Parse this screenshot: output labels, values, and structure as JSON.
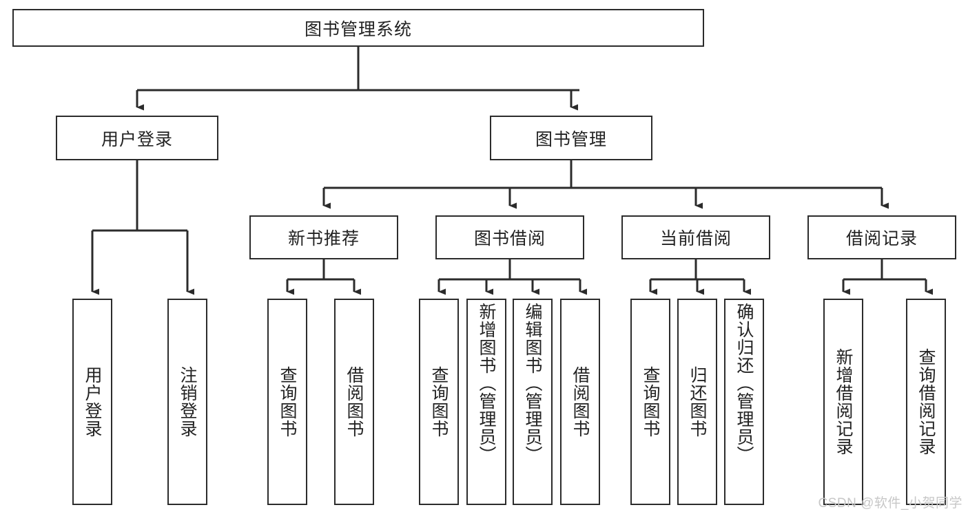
{
  "diagram": {
    "title": "图书管理系统",
    "type": "tree-hierarchy-diagram",
    "colors": {
      "stroke": "#2b2b2b",
      "box_fill": "#ffffff",
      "text": "#222222",
      "watermark": "#c7c7c7",
      "background": "#ffffff"
    },
    "root": {
      "label": "图书管理系统"
    },
    "level2": [
      {
        "label": "用户登录"
      },
      {
        "label": "图书管理"
      }
    ],
    "level3": [
      {
        "label": "新书推荐"
      },
      {
        "label": "图书借阅"
      },
      {
        "label": "当前借阅"
      },
      {
        "label": "借阅记录"
      }
    ],
    "leaves": {
      "user_login": [
        {
          "label": "用户登录"
        },
        {
          "label": "注销登录"
        }
      ],
      "new_book_recommend": [
        {
          "label": "查询图书"
        },
        {
          "label": "借阅图书"
        }
      ],
      "book_borrow": [
        {
          "label": "查询图书"
        },
        {
          "label": "新增图书（管理员）"
        },
        {
          "label": "编辑图书（管理员）"
        },
        {
          "label": "借阅图书"
        }
      ],
      "current_borrow": [
        {
          "label": "查询图书"
        },
        {
          "label": "归还图书"
        },
        {
          "label": "确认归还（管理员）"
        }
      ],
      "borrow_record": [
        {
          "label": "新增借阅记录"
        },
        {
          "label": "查询借阅记录"
        }
      ]
    }
  },
  "watermark": {
    "text": "CSDN @软件_小贺同学"
  }
}
